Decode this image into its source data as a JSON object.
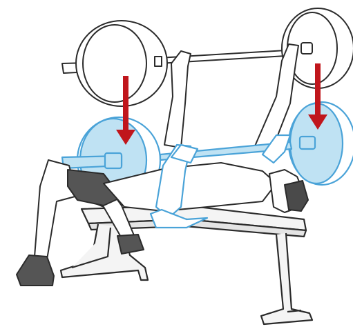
{
  "image": {
    "subject": "bench-press-exercise-illustration",
    "colors": {
      "outline": "#2b2b2b",
      "shadow": "#777777",
      "shoe": "#555555",
      "hair": "#4a4a4a",
      "highlight_stroke": "#4aa3d8",
      "highlight_fill": "#bfe2f3",
      "arrow": "#c0161c",
      "plate_fill": "#ffffff",
      "bench_fill": "#f4f4f4",
      "background": "#ffffff"
    },
    "icons": [
      "barbell-top",
      "barbell-bottom",
      "down-arrow",
      "bench",
      "lifter"
    ]
  }
}
